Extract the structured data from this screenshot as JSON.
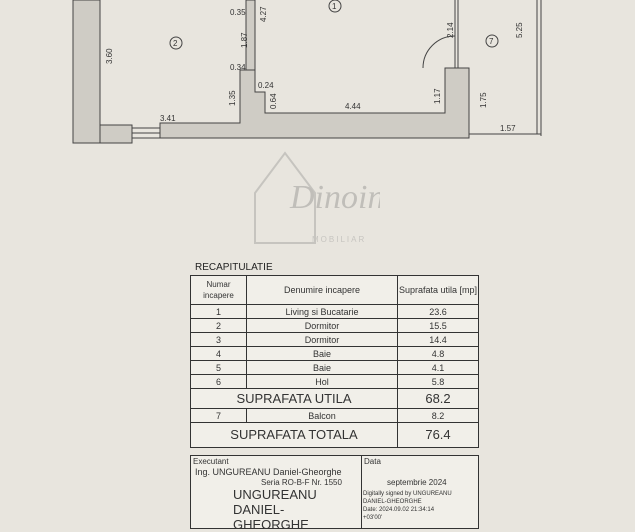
{
  "plan": {
    "rooms": [
      "1",
      "2",
      "7"
    ],
    "dimensions": [
      "0.35",
      "4.27",
      "1.87",
      "0.34",
      "0.24",
      "0.64",
      "1.35",
      "3.60",
      "3.41",
      "4.44",
      "1.17",
      "2.14",
      "1.75",
      "5.25",
      "1.57"
    ]
  },
  "watermark": {
    "text": "Dinoin",
    "sub": "MOBILIAR"
  },
  "recap": {
    "title": "RECAPITULATIE",
    "headers": [
      "Numar incapere",
      "Denumire incapere",
      "Suprafata utila [mp]"
    ],
    "rows": [
      [
        "1",
        "Living si Bucatarie",
        "23.6"
      ],
      [
        "2",
        "Dormitor",
        "15.5"
      ],
      [
        "3",
        "Dormitor",
        "14.4"
      ],
      [
        "4",
        "Baie",
        "4.8"
      ],
      [
        "5",
        "Baie",
        "4.1"
      ],
      [
        "6",
        "Hol",
        "5.8"
      ]
    ],
    "utila_label": "SUPRAFATA UTILA",
    "utila_value": "68.2",
    "balcon": [
      "7",
      "Balcon",
      "8.2"
    ],
    "totala_label": "SUPRAFATA TOTALA",
    "totala_value": "76.4",
    "executant_label": "Executant",
    "executant_name": "Ing. UNGUREANU Daniel-Gheorghe",
    "serie": "Seria RO-B-F Nr. 1550",
    "sig_name_1": "UNGUREANU",
    "sig_name_2": "DANIEL-",
    "sig_name_3": "GHEORGHE",
    "data_label": "Data",
    "date": "septembrie 2024",
    "sig_1": "Digitally signed by UNGUREANU",
    "sig_2": "DANIEL-GHEORGHE",
    "sig_3": "Date: 2024.09.02 21:34:14",
    "sig_4": "+03'00'"
  }
}
